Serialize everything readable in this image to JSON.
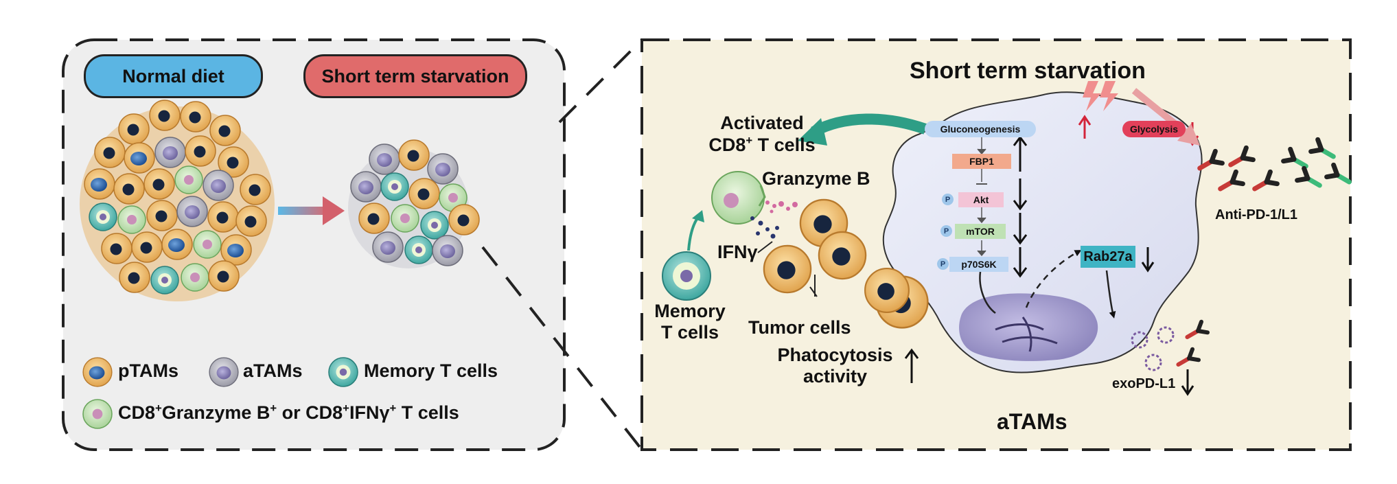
{
  "left_panel": {
    "normal_diet": "Normal diet",
    "short_term_starvation": "Short term starvation",
    "legend": {
      "ptams": "pTAMs",
      "atams": "aTAMs",
      "memory_t": "Memory T cells",
      "cd8_a": "CD8",
      "cd8_sup1": "+",
      "cd8_b": "Granzyme B",
      "cd8_sup2": "+",
      "cd8_c": " or CD8",
      "cd8_sup3": "+",
      "cd8_d": "IFNγ",
      "cd8_sup4": "+",
      "cd8_e": " T cells"
    }
  },
  "right_panel": {
    "title": "Short term starvation",
    "activated_line1": "Activated",
    "activated_cd8": "CD8",
    "activated_sup": "+",
    "activated_tcells": " T cells",
    "granzyme_b": "Granzyme B",
    "ifng": "IFNγ",
    "memory_line1": "Memory",
    "memory_line2": "T cells",
    "tumor_cells": "Tumor cells",
    "phatocytosis_line1": "Phatocytosis",
    "phatocytosis_line2": "activity",
    "atams": "aTAMs",
    "anti_pd": "Anti-PD-1/L1",
    "exopd": "exoPD-L1",
    "pathway": {
      "gluconeogenesis": "Gluconeogenesis",
      "glycolysis": "Glycolysis",
      "fbp1": "FBP1",
      "akt": "Akt",
      "mtor": "mTOR",
      "p70s6k": "p70S6K",
      "rab27a": "Rab27a",
      "p": "P"
    }
  },
  "colors": {
    "normal_diet_fill": "#5bb5e3",
    "starvation_fill": "#e06b6b",
    "right_panel_bg": "#f6f1df",
    "left_panel_bg": "#eeeeee",
    "gluconeogenesis": "#bcd6f3",
    "glycolysis": "#e2405a",
    "fbp1": "#f2a98c",
    "akt": "#f3c4d6",
    "mtor": "#bfe1b4",
    "p70s6k": "#bcd6f3",
    "rab27a": "#3fb4c4"
  }
}
